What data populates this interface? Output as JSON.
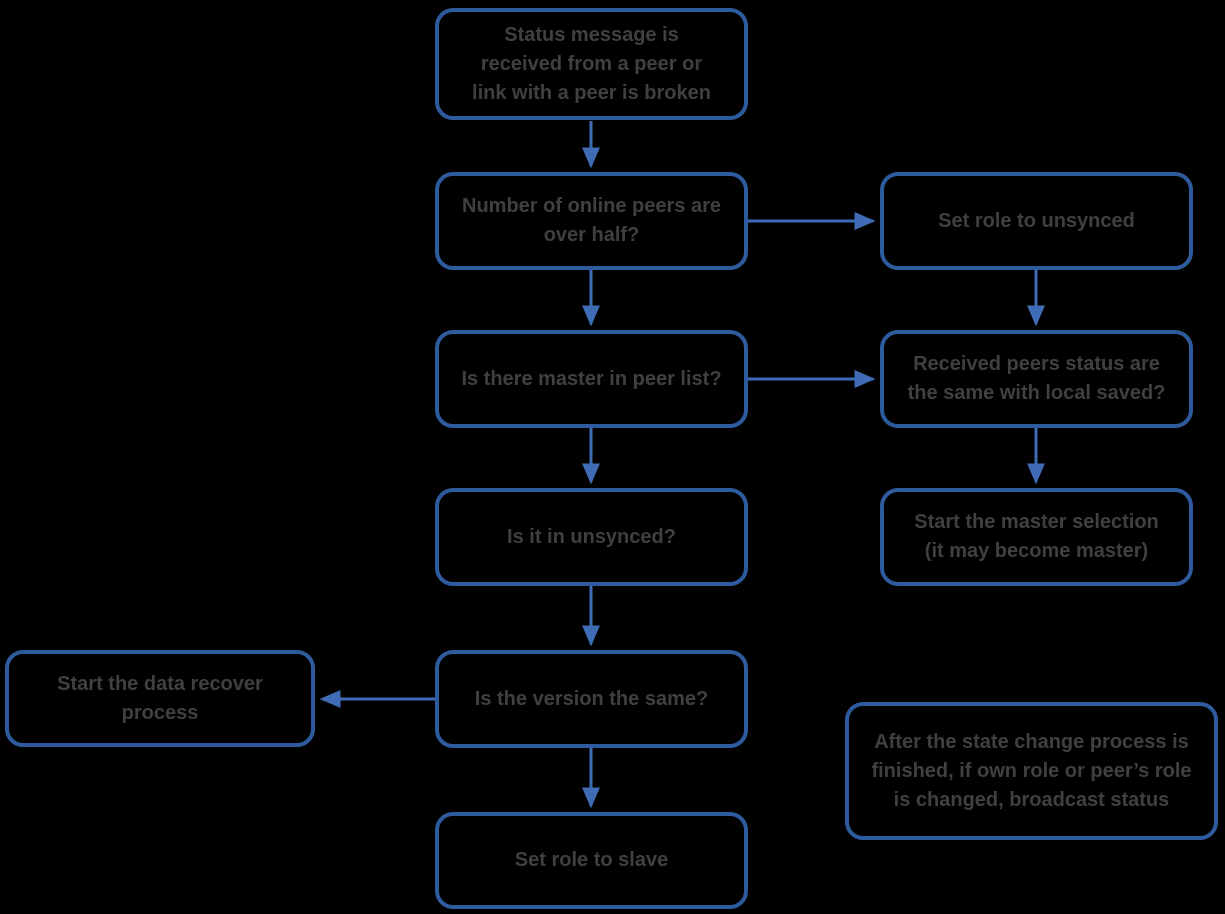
{
  "diagram": {
    "type": "flowchart",
    "background": "#000000",
    "colors": {
      "box_border": "#2e5b9e",
      "arrow": "#3f6cb5",
      "text": "#3f4042"
    },
    "nodes": [
      {
        "id": "status-received",
        "label": "Status message is received from a peer or link with a peer is broken"
      },
      {
        "id": "online-peers-over-half",
        "label": "Number of online peers are over half?"
      },
      {
        "id": "set-role-unsynced",
        "label": "Set role to unsynced"
      },
      {
        "id": "master-in-peer-list",
        "label": "Is there master in peer list?"
      },
      {
        "id": "peers-status-same",
        "label": "Received peers status are the same with local saved?"
      },
      {
        "id": "in-unsynced",
        "label": "Is it in unsynced?"
      },
      {
        "id": "start-master-selection",
        "label": "Start the master selection (it may become master)"
      },
      {
        "id": "start-data-recover",
        "label": "Start the data recover process"
      },
      {
        "id": "version-same",
        "label": "Is the version the same?"
      },
      {
        "id": "set-role-slave",
        "label": "Set role to slave"
      },
      {
        "id": "broadcast-note",
        "label": "After the state change process is finished, if own role or peer’s role is changed, broadcast status"
      }
    ],
    "edges": [
      {
        "from": "status-received",
        "to": "online-peers-over-half"
      },
      {
        "from": "online-peers-over-half",
        "to": "set-role-unsynced"
      },
      {
        "from": "online-peers-over-half",
        "to": "master-in-peer-list"
      },
      {
        "from": "set-role-unsynced",
        "to": "peers-status-same"
      },
      {
        "from": "master-in-peer-list",
        "to": "peers-status-same"
      },
      {
        "from": "master-in-peer-list",
        "to": "in-unsynced"
      },
      {
        "from": "peers-status-same",
        "to": "start-master-selection"
      },
      {
        "from": "in-unsynced",
        "to": "version-same"
      },
      {
        "from": "version-same",
        "to": "start-data-recover"
      },
      {
        "from": "version-same",
        "to": "set-role-slave"
      }
    ]
  }
}
